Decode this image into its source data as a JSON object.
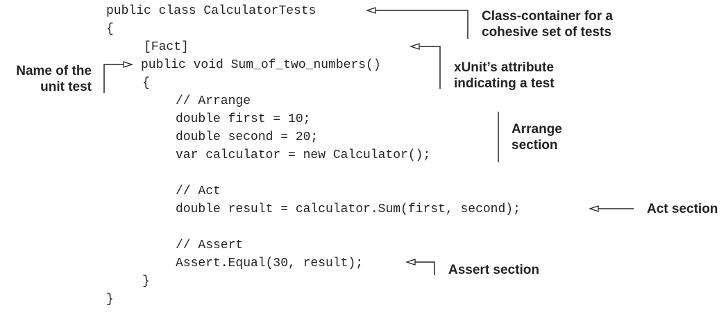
{
  "code_lines": [
    "public class CalculatorTests",
    "{",
    "[Fact]",
    "public void Sum_of_two_numbers()",
    "{",
    "// Arrange",
    "double first = 10;",
    "double second = 20;",
    "var calculator = new Calculator();",
    "// Act",
    "double result = calculator.Sum(first, second);",
    "// Assert",
    "Assert.Equal(30, result);",
    "}",
    "}"
  ],
  "annotations": {
    "class_container": [
      "Class-container for a",
      "cohesive set of tests"
    ],
    "fact_attribute": [
      "xUnit’s attribute",
      "indicating a test"
    ],
    "test_name": [
      "Name of the",
      "unit test"
    ],
    "arrange": [
      "Arrange",
      "section"
    ],
    "act": "Act section",
    "assert": "Assert section"
  },
  "colors": {
    "text": "#222222",
    "lines": "#222222"
  }
}
